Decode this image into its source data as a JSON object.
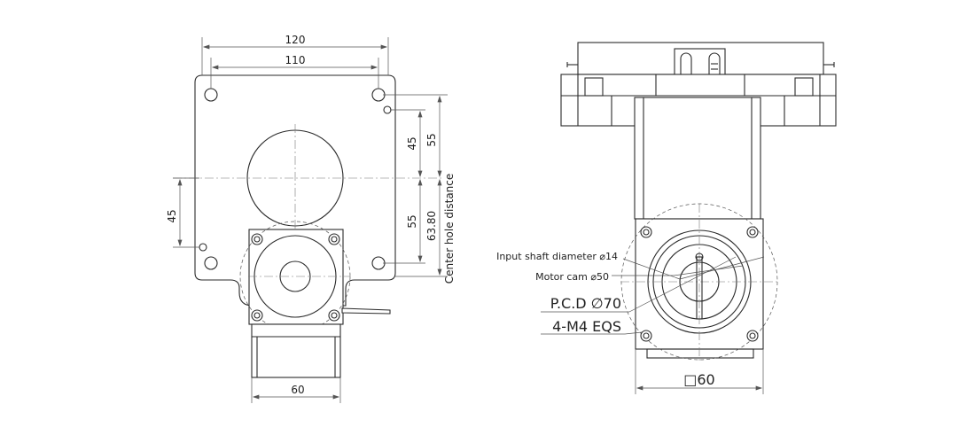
{
  "front_view": {
    "dim_width_outer": "120",
    "dim_width_holes": "110",
    "dim_upper_offset": "45",
    "dim_upper_half": "55",
    "dim_lower_half": "55",
    "dim_center_distance": "63.80",
    "center_hole_label": "Center hole distance",
    "dim_left_offset": "45",
    "dim_motor_width": "60"
  },
  "side_view": {
    "input_shaft_label": "Input shaft diameter ⌀14",
    "motor_cam_label": "Motor cam ⌀50",
    "pcd_label": "P.C.D ∅70",
    "screw_label": "4-M4 EQS",
    "dim_flange_square": "□60"
  }
}
